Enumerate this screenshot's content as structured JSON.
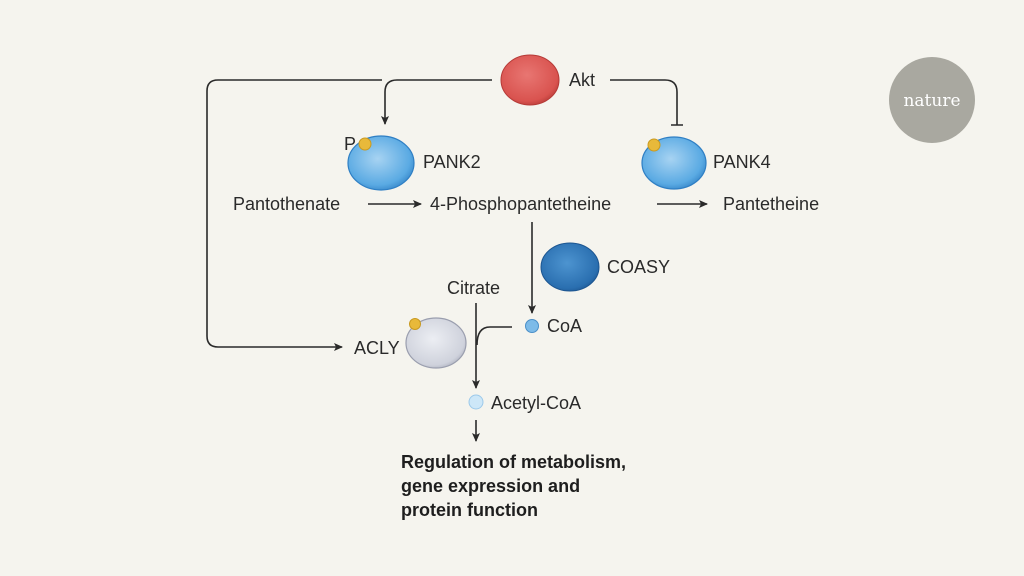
{
  "nodes": {
    "akt": "Akt",
    "pank2": "PANK2",
    "pank4": "PANK4",
    "phospho": "P",
    "coasy": "COASY",
    "acly": "ACLY"
  },
  "metabolites": {
    "pantothenate": "Pantothenate",
    "phosphopantetheine": "4-Phosphopantetheine",
    "pantetheine": "Pantetheine",
    "citrate": "Citrate",
    "coa": "CoA",
    "acetyl_coa": "Acetyl-CoA"
  },
  "outcome": {
    "line1": "Regulation of metabolism,",
    "line2": "gene expression and",
    "line3": "protein function"
  },
  "logo": {
    "text": "nature"
  },
  "colors": {
    "background": "#f5f4ee",
    "akt": "#d9534f",
    "pank": "#4a9ad8",
    "coasy": "#2a6fb0",
    "acly": "#c9ccd6",
    "phosphate": "#e8b93a",
    "logo": "#a9a8a0"
  }
}
